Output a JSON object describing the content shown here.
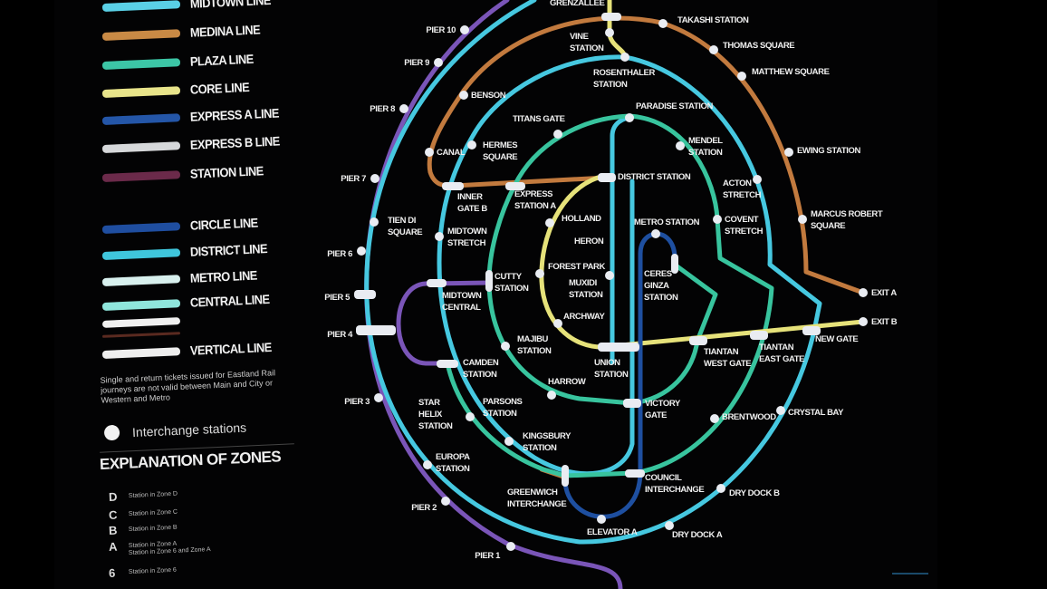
{
  "legend": {
    "lines": [
      {
        "label": "MIDTOWN LINE",
        "color": "#5ad0e6"
      },
      {
        "label": "MEDINA LINE",
        "color": "#c98a45"
      },
      {
        "label": "PLAZA LINE",
        "color": "#3cc6a6"
      },
      {
        "label": "CORE LINE",
        "color": "#e8e48a"
      },
      {
        "label": "EXPRESS A LINE",
        "color": "#2456a8"
      },
      {
        "label": "EXPRESS B LINE",
        "color": "#d6d8da"
      },
      {
        "label": "STATION LINE",
        "color": "#6b2a4a"
      },
      {
        "label": "CIRCLE LINE",
        "color": "#1f4ea0"
      },
      {
        "label": "DISTRICT LINE",
        "color": "#3fc6dc"
      },
      {
        "label": "METRO LINE",
        "color": "#d8f0ee"
      },
      {
        "label": "CENTRAL LINE",
        "color": "#8fe6dc"
      },
      {
        "label": "VERTICAL LINE",
        "color": "#eeeeee"
      }
    ],
    "note": "Single and return tickets issued for Eastland Rail journeys are not valid between Main and City or Western and Metro",
    "interchange_label": "Interchange stations",
    "zones_title": "EXPLANATION OF ZONES",
    "zones": [
      {
        "letter": "D",
        "text": "Station in Zone D"
      },
      {
        "letter": "C",
        "text": "Station in Zone C"
      },
      {
        "letter": "B",
        "text": "Station in Zone B"
      },
      {
        "letter": "A",
        "text": "Station in Zone A"
      },
      {
        "letter": "",
        "text": "Station in Zone 6 and Zone A"
      },
      {
        "letter": "6",
        "text": "Station in Zone 6"
      }
    ]
  },
  "colors": {
    "purple": "#7a55b8",
    "cyan": "#46c8e0",
    "plaza": "#38c49e",
    "core": "#e6e27a",
    "medina": "#c27a3e",
    "express_a": "#1e4fa0",
    "station_marker": "#e9ecf2"
  },
  "stations": [
    {
      "lines": [
        "GRENZALLEE"
      ]
    },
    {
      "lines": [
        "PIER 10"
      ]
    },
    {
      "lines": [
        "PIER 9"
      ]
    },
    {
      "lines": [
        "PIER 8"
      ]
    },
    {
      "lines": [
        "PIER 7"
      ]
    },
    {
      "lines": [
        "TIEN DI",
        "SQUARE"
      ]
    },
    {
      "lines": [
        "PIER 6"
      ]
    },
    {
      "lines": [
        "PIER 5"
      ]
    },
    {
      "lines": [
        "PIER 4"
      ]
    },
    {
      "lines": [
        "PIER 3"
      ]
    },
    {
      "lines": [
        "PIER 2"
      ]
    },
    {
      "lines": [
        "PIER 1"
      ]
    },
    {
      "lines": [
        "BENSON"
      ]
    },
    {
      "lines": [
        "CANAL"
      ]
    },
    {
      "lines": [
        "HERMES",
        "SQUARE"
      ]
    },
    {
      "lines": [
        "TITANS GATE"
      ]
    },
    {
      "lines": [
        "INNER",
        "GATE B"
      ]
    },
    {
      "lines": [
        "EXPRESS",
        "STATION A"
      ]
    },
    {
      "lines": [
        "MIDTOWN",
        "STRETCH"
      ]
    },
    {
      "lines": [
        "HOLLAND"
      ]
    },
    {
      "lines": [
        "HERON"
      ]
    },
    {
      "lines": [
        "FOREST PARK"
      ]
    },
    {
      "lines": [
        "MUXIDI",
        "STATION"
      ]
    },
    {
      "lines": [
        "ARCHWAY"
      ]
    },
    {
      "lines": [
        "CUTTY",
        "STATION"
      ]
    },
    {
      "lines": [
        "MIDTOWN",
        "CENTRAL"
      ]
    },
    {
      "lines": [
        "MAJIBU",
        "STATION"
      ]
    },
    {
      "lines": [
        "CAMDEN",
        "STATION"
      ]
    },
    {
      "lines": [
        "UNION",
        "STATION"
      ]
    },
    {
      "lines": [
        "HARROW"
      ]
    },
    {
      "lines": [
        "STAR",
        "HELIX",
        "STATION"
      ]
    },
    {
      "lines": [
        "PARSONS",
        "STATION"
      ]
    },
    {
      "lines": [
        "KINGSBURY",
        "STATION"
      ]
    },
    {
      "lines": [
        "EUROPA",
        "STATION"
      ]
    },
    {
      "lines": [
        "GREENWICH",
        "INTERCHANGE"
      ]
    },
    {
      "lines": [
        "ELEVATOR A"
      ]
    },
    {
      "lines": [
        "VICTORY",
        "GATE"
      ]
    },
    {
      "lines": [
        "COUNCIL",
        "INTERCHANGE"
      ]
    },
    {
      "lines": [
        "DRY DOCK A"
      ]
    },
    {
      "lines": [
        "DRY DOCK B"
      ]
    },
    {
      "lines": [
        "BRENTWOOD"
      ]
    },
    {
      "lines": [
        "CRYSTAL BAY"
      ]
    },
    {
      "lines": [
        "VINE",
        "STATION"
      ]
    },
    {
      "lines": [
        "ROSENTHALER",
        "STATION"
      ]
    },
    {
      "lines": [
        "TAKASHI STATION"
      ]
    },
    {
      "lines": [
        "THOMAS SQUARE"
      ]
    },
    {
      "lines": [
        "MATTHEW SQUARE"
      ]
    },
    {
      "lines": [
        "PARADISE STATION"
      ]
    },
    {
      "lines": [
        "MENDEL",
        "STATION"
      ]
    },
    {
      "lines": [
        "EWING STATION"
      ]
    },
    {
      "lines": [
        "ACTON",
        "STRETCH"
      ]
    },
    {
      "lines": [
        "DISTRICT STATION"
      ]
    },
    {
      "lines": [
        "METRO STATION"
      ]
    },
    {
      "lines": [
        "COVENT",
        "STRETCH"
      ]
    },
    {
      "lines": [
        "CERES",
        "GINZA",
        "STATION"
      ]
    },
    {
      "lines": [
        "MARCUS ROBERT",
        "SQUARE"
      ]
    },
    {
      "lines": [
        "EXIT A"
      ]
    },
    {
      "lines": [
        "EXIT B"
      ]
    },
    {
      "lines": [
        "TIANTAN",
        "WEST GATE"
      ]
    },
    {
      "lines": [
        "TIANTAN",
        "EAST GATE"
      ]
    },
    {
      "lines": [
        "NEW GATE"
      ]
    }
  ]
}
